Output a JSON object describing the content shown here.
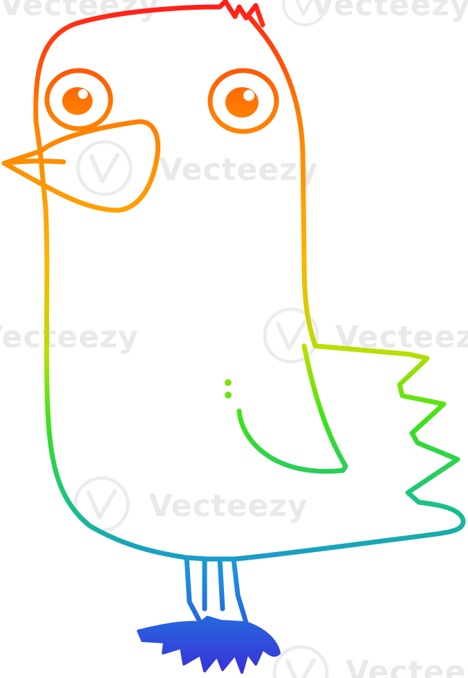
{
  "watermark": {
    "text": "Vecteezy",
    "text_color": "#e9e9e9",
    "marks": [
      "Vecteezy",
      "Vecteezy",
      "Vecteezy",
      "Vecteezy",
      "Vecteezy",
      "Vecteezy",
      "Vecteezy"
    ]
  },
  "illustration": {
    "subject": "bird-icon",
    "style": "rainbow gradient line art",
    "gradient_colors": [
      "#ff1a1a",
      "#ff7a00",
      "#ffb300",
      "#b6e000",
      "#3de21a",
      "#17c08a",
      "#1a8fe0",
      "#3a2cd8"
    ]
  }
}
